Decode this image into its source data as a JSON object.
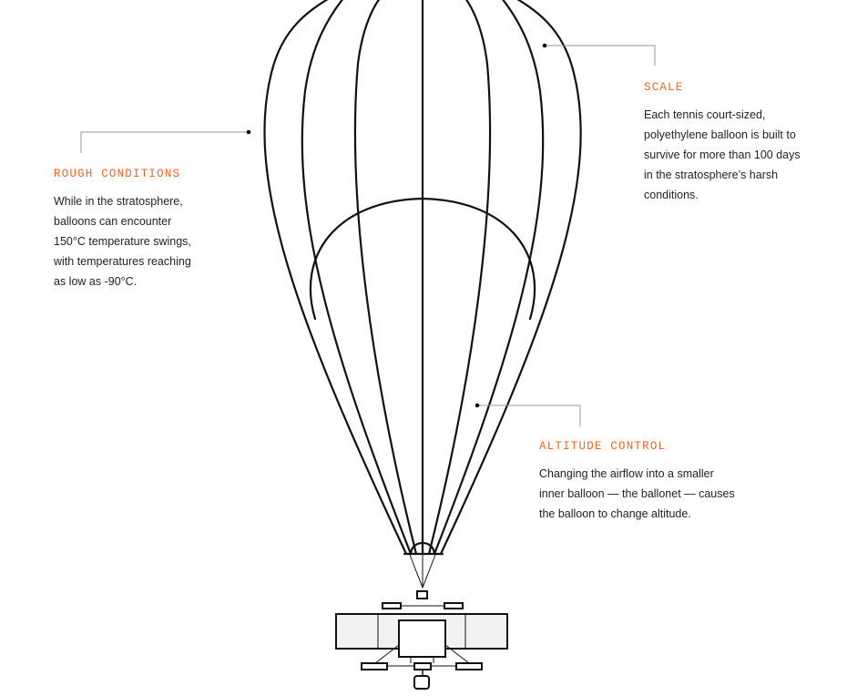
{
  "colors": {
    "accent": "#f26522",
    "line": "#111111",
    "leader": "#9a9a9a",
    "text": "#222222",
    "panel_fill": "#f2f2f2"
  },
  "callouts": {
    "scale": {
      "title": "SCALE",
      "lines": [
        "Each tennis court-sized,",
        "polyethylene balloon is built to",
        "survive for more than 100 days",
        "in the stratosphere’s harsh",
        "conditions."
      ]
    },
    "rough_conditions": {
      "title": "ROUGH CONDITIONS",
      "lines": [
        "While in the stratosphere,",
        "balloons can encounter",
        "150°C temperature swings,",
        "with temperatures reaching",
        "as low as -90°C."
      ]
    },
    "altitude_control": {
      "title": "ALTITUDE CONTROL",
      "lines": [
        "Changing the airflow into a smaller",
        "inner balloon — the ballonet — causes",
        "the balloon to change altitude."
      ]
    }
  }
}
